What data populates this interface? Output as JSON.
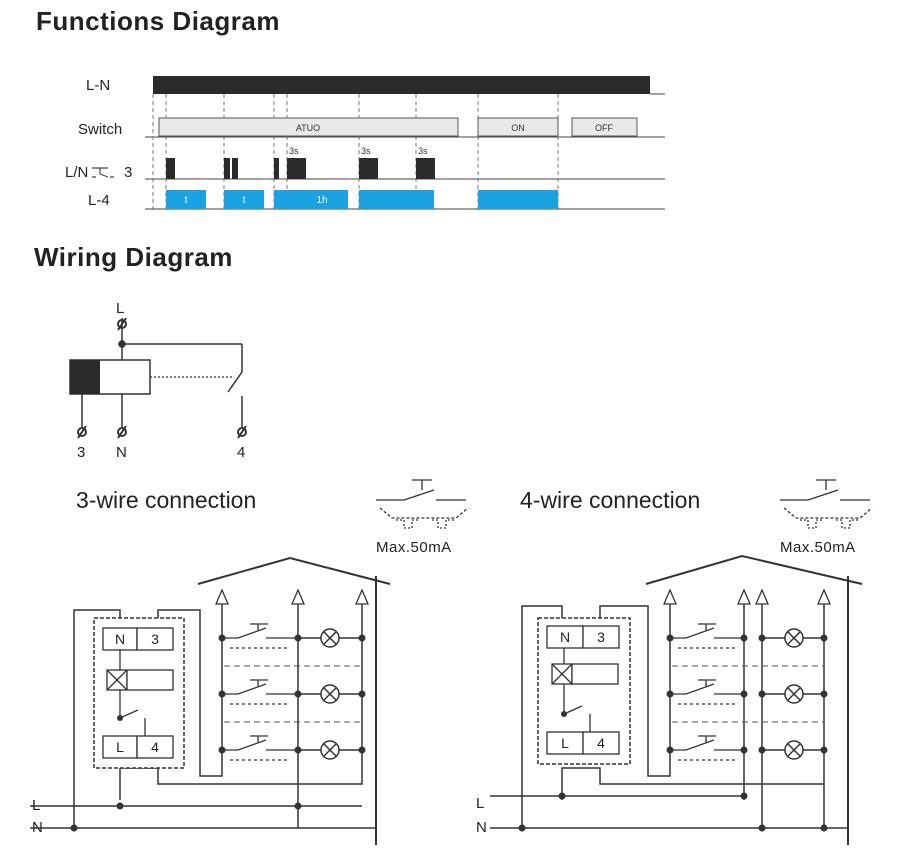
{
  "functions": {
    "heading": "Functions Diagram",
    "rows": {
      "ln": "L-N",
      "switch": "Switch",
      "pulse": "L/N",
      "pulse_suffix": "3",
      "out": "L-4"
    },
    "switch_modes": {
      "auto": "ATUO",
      "on": "ON",
      "off": "OFF"
    },
    "pulse_labels": [
      "3s",
      "3s",
      "3s"
    ],
    "output_labels": [
      "t",
      "t",
      "1h"
    ]
  },
  "wiring": {
    "heading": "Wiring Diagram",
    "terminals": {
      "top": "L",
      "t3": "3",
      "tn": "N",
      "t4": "4"
    },
    "three_wire": {
      "title": "3-wire connection",
      "max": "Max.50mA"
    },
    "four_wire": {
      "title": "4-wire connection",
      "max": "Max.50mA"
    },
    "device_terminals": {
      "n": "N",
      "three": "3",
      "l": "L",
      "four": "4"
    },
    "lines": {
      "l": "L",
      "n": "N"
    }
  },
  "colors": {
    "output": "#1aa3e0",
    "dark": "#2b2b2b",
    "switch_fill": "#e9e9e9"
  }
}
